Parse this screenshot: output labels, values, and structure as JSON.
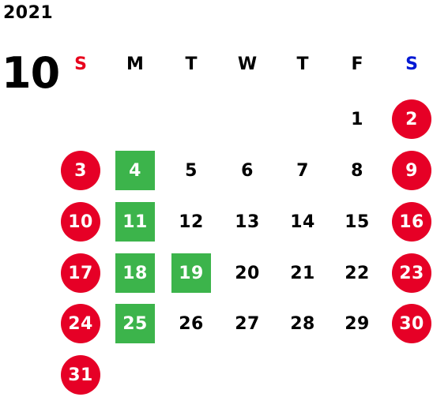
{
  "calendar": {
    "year": "2021",
    "month": "10",
    "weekdays": [
      {
        "label": "S",
        "color": "#e8001c"
      },
      {
        "label": "M",
        "color": "#000000"
      },
      {
        "label": "T",
        "color": "#000000"
      },
      {
        "label": "W",
        "color": "#000000"
      },
      {
        "label": "T",
        "color": "#000000"
      },
      {
        "label": "F",
        "color": "#000000"
      },
      {
        "label": "S",
        "color": "#0019d4"
      }
    ],
    "colors": {
      "holiday_red": "#e60026",
      "highlight_green": "#3cb44b",
      "text": "#000000"
    },
    "weeks": [
      [
        {
          "day": "",
          "style": "none"
        },
        {
          "day": "",
          "style": "none"
        },
        {
          "day": "",
          "style": "none"
        },
        {
          "day": "",
          "style": "none"
        },
        {
          "day": "",
          "style": "none"
        },
        {
          "day": "1",
          "style": "plain"
        },
        {
          "day": "2",
          "style": "red-circle"
        }
      ],
      [
        {
          "day": "3",
          "style": "red-circle"
        },
        {
          "day": "4",
          "style": "green-square"
        },
        {
          "day": "5",
          "style": "plain"
        },
        {
          "day": "6",
          "style": "plain"
        },
        {
          "day": "7",
          "style": "plain"
        },
        {
          "day": "8",
          "style": "plain"
        },
        {
          "day": "9",
          "style": "red-circle"
        }
      ],
      [
        {
          "day": "10",
          "style": "red-circle"
        },
        {
          "day": "11",
          "style": "green-square"
        },
        {
          "day": "12",
          "style": "plain"
        },
        {
          "day": "13",
          "style": "plain"
        },
        {
          "day": "14",
          "style": "plain"
        },
        {
          "day": "15",
          "style": "plain"
        },
        {
          "day": "16",
          "style": "red-circle"
        }
      ],
      [
        {
          "day": "17",
          "style": "red-circle"
        },
        {
          "day": "18",
          "style": "green-square"
        },
        {
          "day": "19",
          "style": "green-square"
        },
        {
          "day": "20",
          "style": "plain"
        },
        {
          "day": "21",
          "style": "plain"
        },
        {
          "day": "22",
          "style": "plain"
        },
        {
          "day": "23",
          "style": "red-circle"
        }
      ],
      [
        {
          "day": "24",
          "style": "red-circle"
        },
        {
          "day": "25",
          "style": "green-square"
        },
        {
          "day": "26",
          "style": "plain"
        },
        {
          "day": "27",
          "style": "plain"
        },
        {
          "day": "28",
          "style": "plain"
        },
        {
          "day": "29",
          "style": "plain"
        },
        {
          "day": "30",
          "style": "red-circle"
        }
      ],
      [
        {
          "day": "31",
          "style": "red-circle"
        },
        {
          "day": "",
          "style": "none"
        },
        {
          "day": "",
          "style": "none"
        },
        {
          "day": "",
          "style": "none"
        },
        {
          "day": "",
          "style": "none"
        },
        {
          "day": "",
          "style": "none"
        },
        {
          "day": "",
          "style": "none"
        }
      ]
    ]
  }
}
